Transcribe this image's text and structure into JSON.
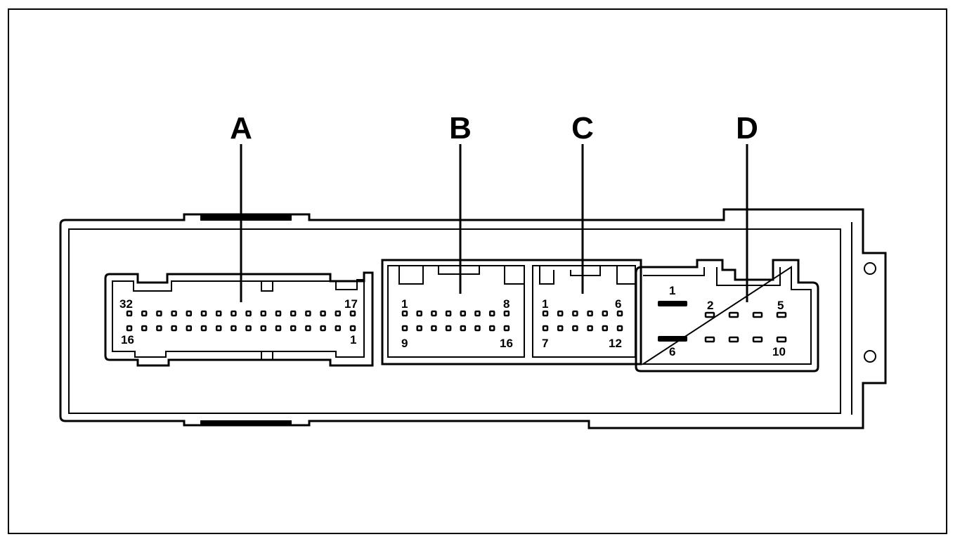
{
  "connectors": {
    "a": {
      "label": "A",
      "pin_top_left": "32",
      "pin_top_right": "17",
      "pin_bottom_left": "16",
      "pin_bottom_right": "1"
    },
    "b": {
      "label": "B",
      "pin_top_left": "1",
      "pin_top_right": "8",
      "pin_bottom_left": "9",
      "pin_bottom_right": "16"
    },
    "c": {
      "label": "C",
      "pin_top_left": "1",
      "pin_top_right": "6",
      "pin_bottom_left": "7",
      "pin_bottom_right": "12"
    },
    "d": {
      "label": "D",
      "pin_1": "1",
      "pin_2": "2",
      "pin_5": "5",
      "pin_6": "6",
      "pin_10": "10"
    }
  }
}
